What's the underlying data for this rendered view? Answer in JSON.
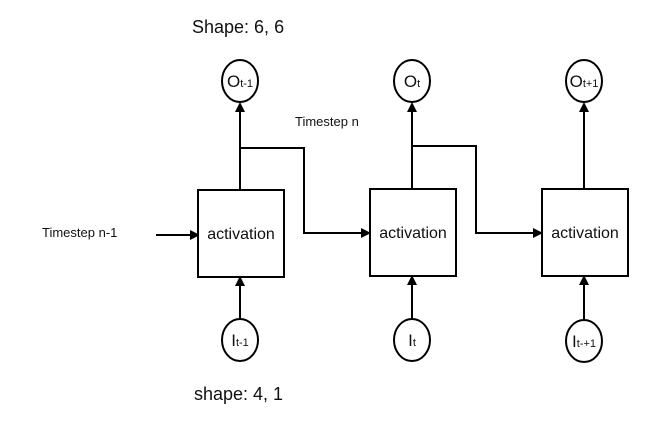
{
  "labels": {
    "shape_top": "Shape: 6, 6",
    "shape_bottom": "shape: 4, 1",
    "timestep_n_minus_1": "Timestep n-1",
    "timestep_n": "Timestep n"
  },
  "cells": [
    {
      "activation": "activation",
      "output": {
        "main": "O",
        "sub": "t-1"
      },
      "input": {
        "main": "I",
        "sub": "t-1"
      }
    },
    {
      "activation": "activation",
      "output": {
        "main": "O",
        "sub": "t"
      },
      "input": {
        "main": "I",
        "sub": "t"
      }
    },
    {
      "activation": "activation",
      "output": {
        "main": "O",
        "sub": "t+1"
      },
      "input": {
        "main": "I",
        "sub": "t-+1"
      }
    }
  ]
}
